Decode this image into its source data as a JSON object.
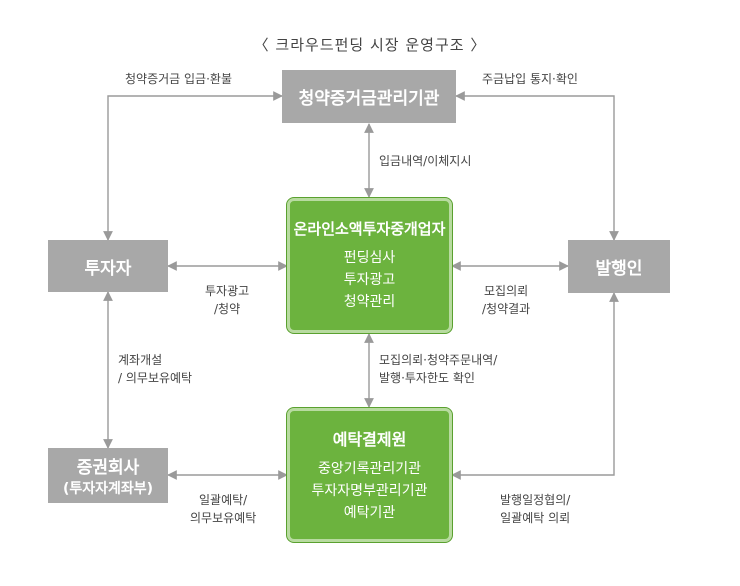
{
  "title": "〈 크라우드펀딩 시장 운영구조 〉",
  "nodes": {
    "clearing": {
      "label": "청약증거금관리기관"
    },
    "investor": {
      "label": "투자자"
    },
    "broker": {
      "header": "온라인소액투자중개업자",
      "lines": [
        "펀딩심사",
        "투자광고",
        "청약관리"
      ]
    },
    "issuer": {
      "label": "발행인"
    },
    "securities": {
      "label": "증권회사",
      "sublabel": "(투자자계좌부)"
    },
    "ksd": {
      "header": "예탁결제원",
      "lines": [
        "중앙기록관리기관",
        "투자자명부관리기관",
        "예탁기관"
      ]
    }
  },
  "edges": {
    "deposit_refund": "청약증거금 입금·환불",
    "payment_notice": "주금납입 통지·확인",
    "transfer_detail": "입금내역/이체지시",
    "invest_ad_1": "투자광고",
    "invest_ad_2": "/청약",
    "recruit_1": "모집의뢰",
    "recruit_2": "/청약결과",
    "account_1": "계좌개설",
    "account_2": "/ 의무보유예탁",
    "recruit_check_1": "모집의뢰·청약주문내역/",
    "recruit_check_2": "발행·투자한도 확인",
    "bulk_1": "일괄예탁/",
    "bulk_2": "의무보유예탁",
    "schedule_1": "발행일정협의/",
    "schedule_2": "일괄예탁 의뢰"
  },
  "colors": {
    "gray_box": "#a8a8a8",
    "green_box": "#6cb33e",
    "connector": "#9a9a9a"
  }
}
